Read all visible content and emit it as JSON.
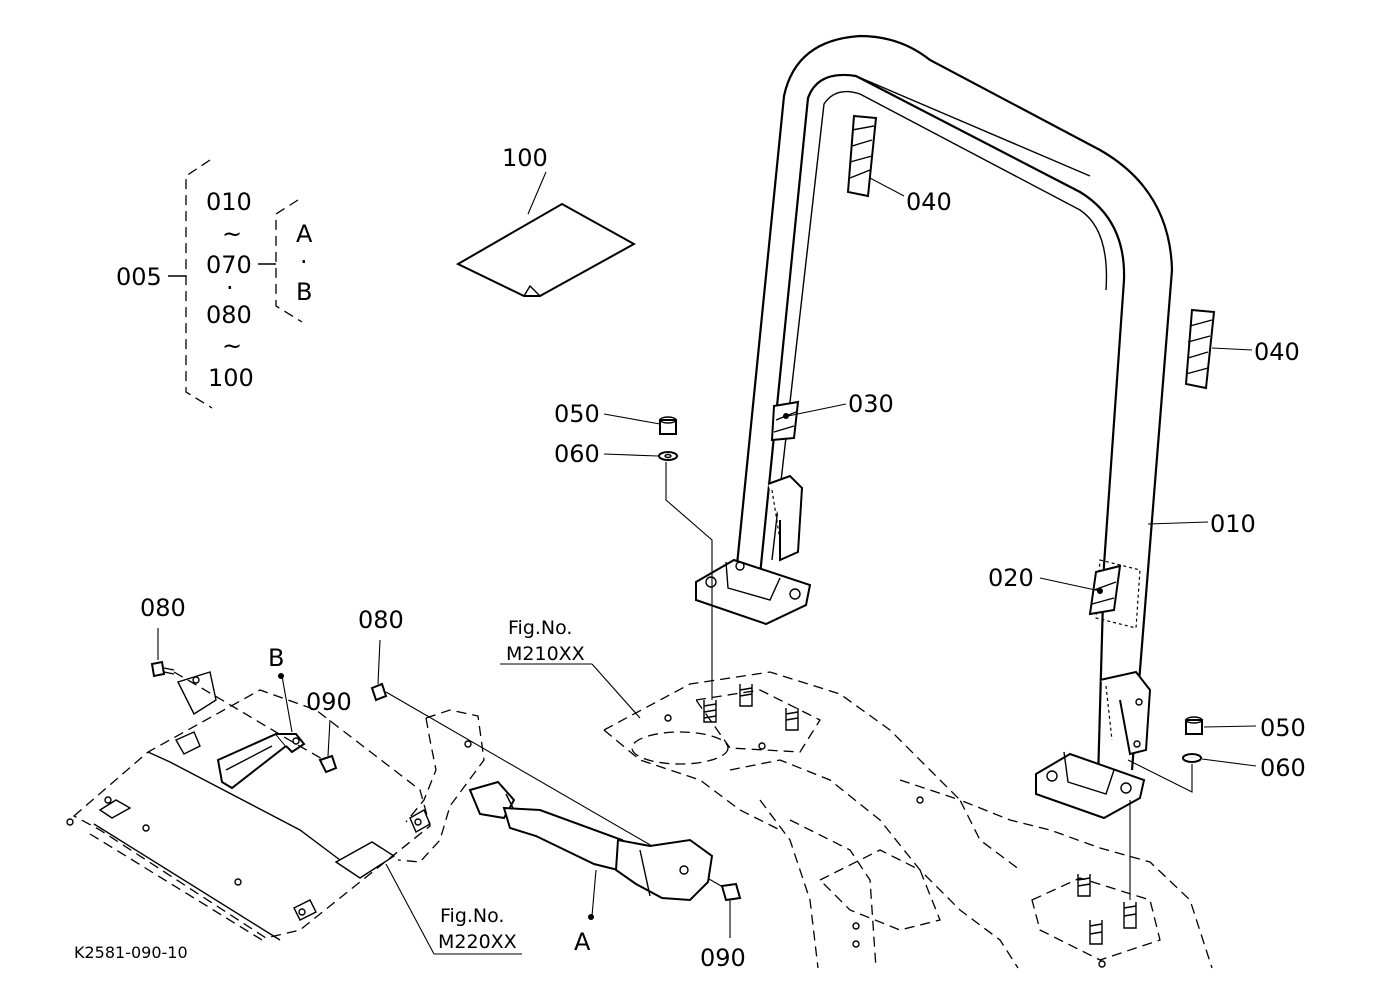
{
  "figure_code": "K2581-090-10",
  "bracket": {
    "group_label": "005",
    "items": [
      "010",
      "~",
      "070",
      "·",
      "080",
      "~",
      "100"
    ],
    "variants": [
      "A",
      "·",
      "B"
    ]
  },
  "parts": {
    "p100": "100",
    "p040_left": "040",
    "p040_right": "040",
    "p030": "030",
    "p050_left": "050",
    "p060_left": "060",
    "p010": "010",
    "p020": "020",
    "p050_right": "050",
    "p060_right": "060",
    "p080_left": "080",
    "p080_mid": "080",
    "p090_left": "090",
    "p090_right": "090"
  },
  "points": {
    "a": "A",
    "b": "B"
  },
  "references": {
    "m210": {
      "line1": "Fig.No.",
      "line2": "M210XX"
    },
    "m220": {
      "line1": "Fig.No.",
      "line2": "M220XX"
    }
  }
}
